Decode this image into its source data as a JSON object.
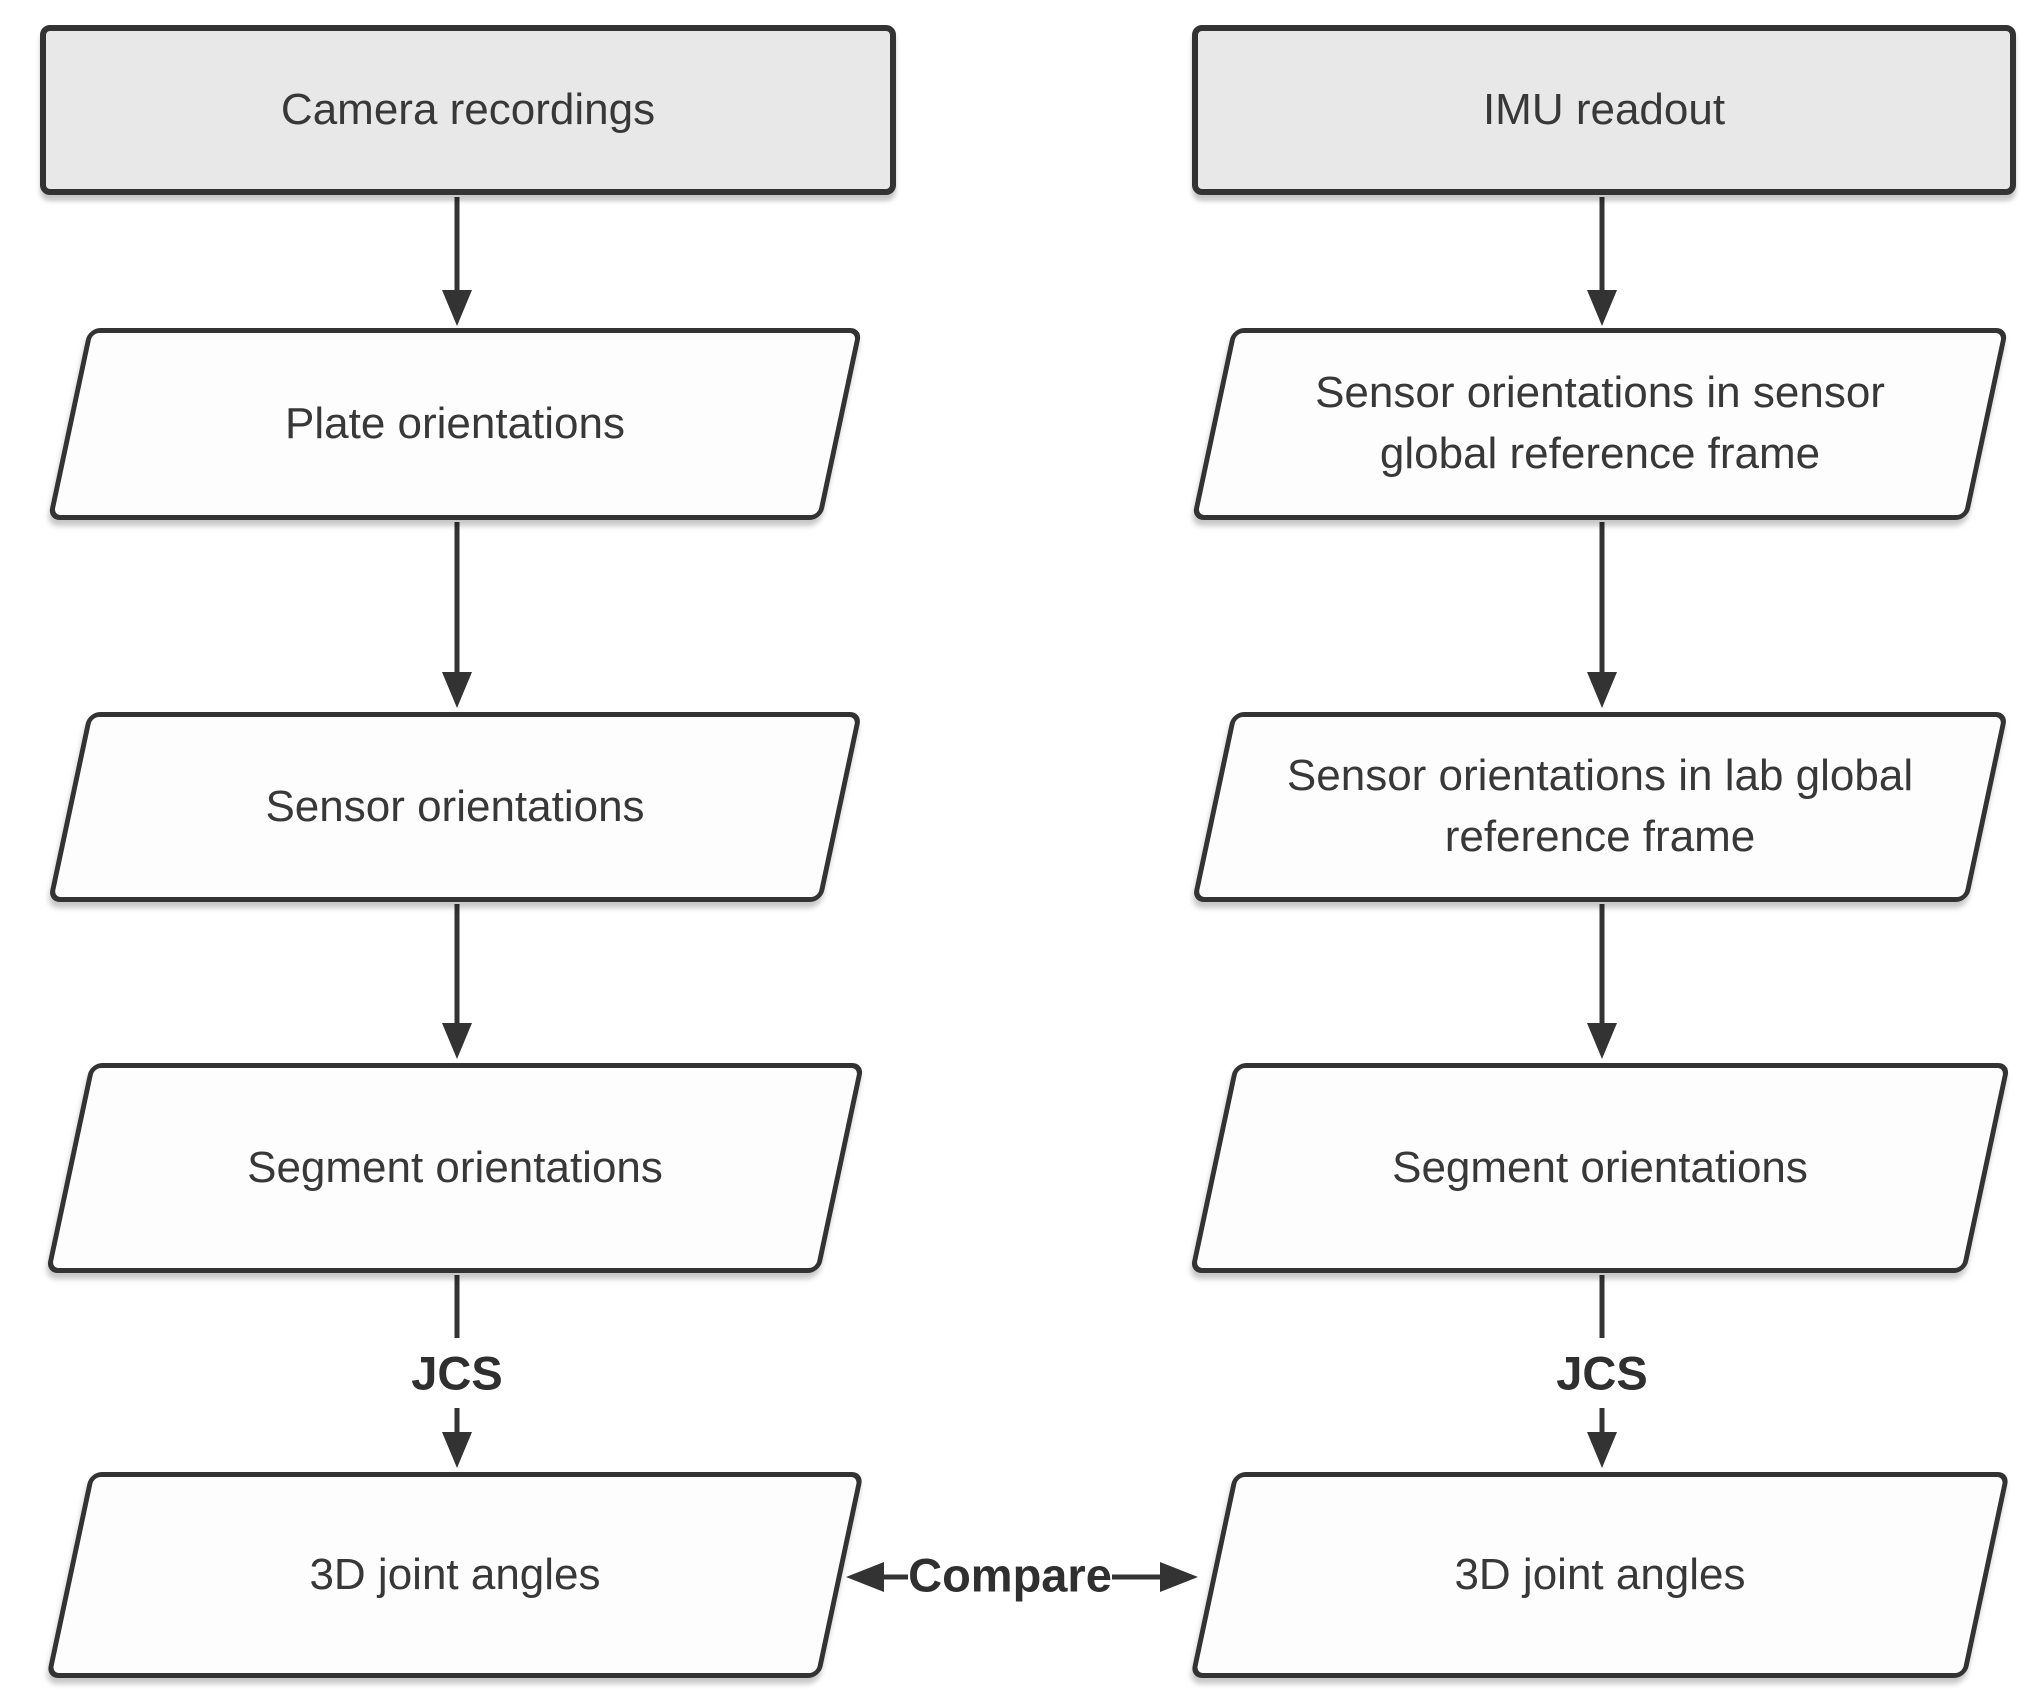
{
  "figure": {
    "type": "flowchart",
    "colors": {
      "bg": "#ffffff",
      "border_color": "#333333",
      "rect_fill": "#e8e8e8",
      "para_fill": "#fdfdfd",
      "text_color": "#383838",
      "bold_text": "#2f2f2f",
      "arrow_color": "#333333"
    },
    "columns": [
      {
        "id": "camera",
        "source": {
          "label": "Camera recordings"
        },
        "steps": [
          {
            "lines": [
              "Plate orientations"
            ]
          },
          {
            "lines": [
              "Sensor orientations"
            ]
          },
          {
            "lines": [
              "Segment orientations"
            ]
          },
          {
            "lines": [
              "3D joint angles"
            ]
          }
        ],
        "jcs_label": "JCS"
      },
      {
        "id": "imu",
        "source": {
          "label": "IMU readout"
        },
        "steps": [
          {
            "lines": [
              "Sensor orientations in sensor",
              "global reference frame"
            ]
          },
          {
            "lines": [
              "Sensor orientations in lab global",
              "reference frame"
            ]
          },
          {
            "lines": [
              "Segment orientations"
            ]
          },
          {
            "lines": [
              "3D joint angles"
            ]
          }
        ],
        "jcs_label": "JCS"
      }
    ],
    "compare_label": "Compare"
  }
}
